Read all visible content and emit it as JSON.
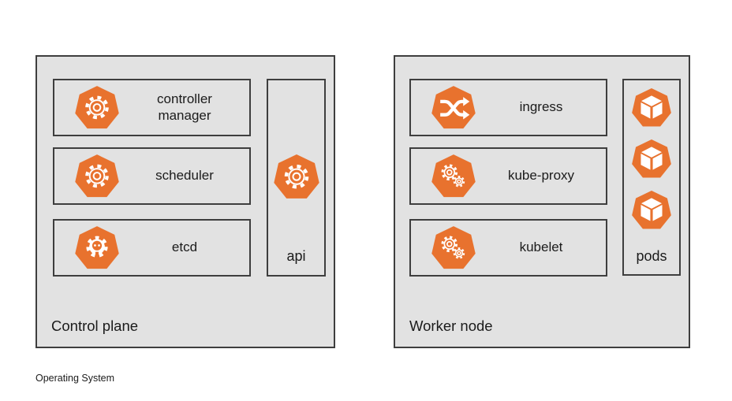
{
  "colors": {
    "accent": "#E8722E",
    "panel_bg": "#E2E2E2",
    "border": "#3E3E3E",
    "text": "#1B1B1B",
    "page_bg": "#FFFFFF"
  },
  "control_plane": {
    "title": "Control plane",
    "components": [
      {
        "label": "controller manager",
        "icon": "gear-icon"
      },
      {
        "label": "scheduler",
        "icon": "gear-icon"
      },
      {
        "label": "etcd",
        "icon": "etcd-gear-icon"
      }
    ],
    "api": {
      "label": "api",
      "icon": "gear-icon"
    }
  },
  "worker_node": {
    "title": "Worker node",
    "components": [
      {
        "label": "ingress",
        "icon": "shuffle-arrows-icon"
      },
      {
        "label": "kube-proxy",
        "icon": "double-gear-icon"
      },
      {
        "label": "kubelet",
        "icon": "double-gear-icon"
      }
    ],
    "pods": {
      "label": "pods",
      "icon": "cube-icon",
      "cube_count": 3
    }
  },
  "footer": {
    "os_label": "Operating System"
  }
}
